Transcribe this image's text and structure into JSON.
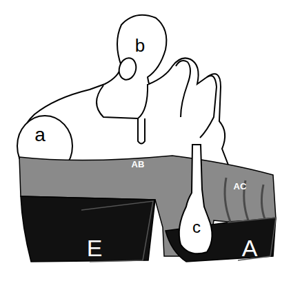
{
  "diagram": {
    "labels": [
      "b",
      "a",
      "AB",
      "AC",
      "c",
      "E",
      "A"
    ]
  }
}
